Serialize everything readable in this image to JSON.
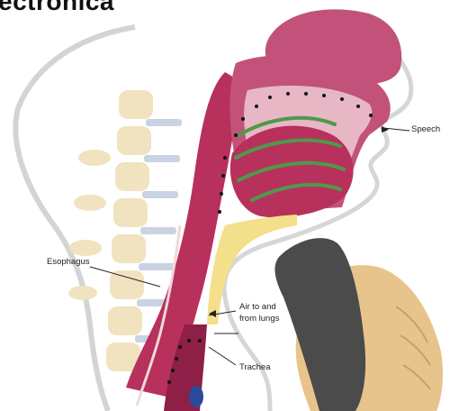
{
  "title": "ectronica",
  "labels": {
    "speech": "Speech",
    "esophagus": "Esophagus",
    "air_line1": "Air to and",
    "air_line2": "from lungs",
    "trachea": "Trachea"
  },
  "colors": {
    "tissue": "#b8305c",
    "tissue_dark": "#8e1f46",
    "nasal_pink": "#c2527a",
    "cavity_pink": "#e7b7c6",
    "vertebra": "#f1e3bf",
    "disc": "#c9d3e3",
    "skin_outline": "#d0d0d0",
    "yellow_layer": "#f4df8a",
    "hand": "#e8c48d",
    "device": "#4b4b4b",
    "vocal_lines": "#4d9a4a"
  }
}
